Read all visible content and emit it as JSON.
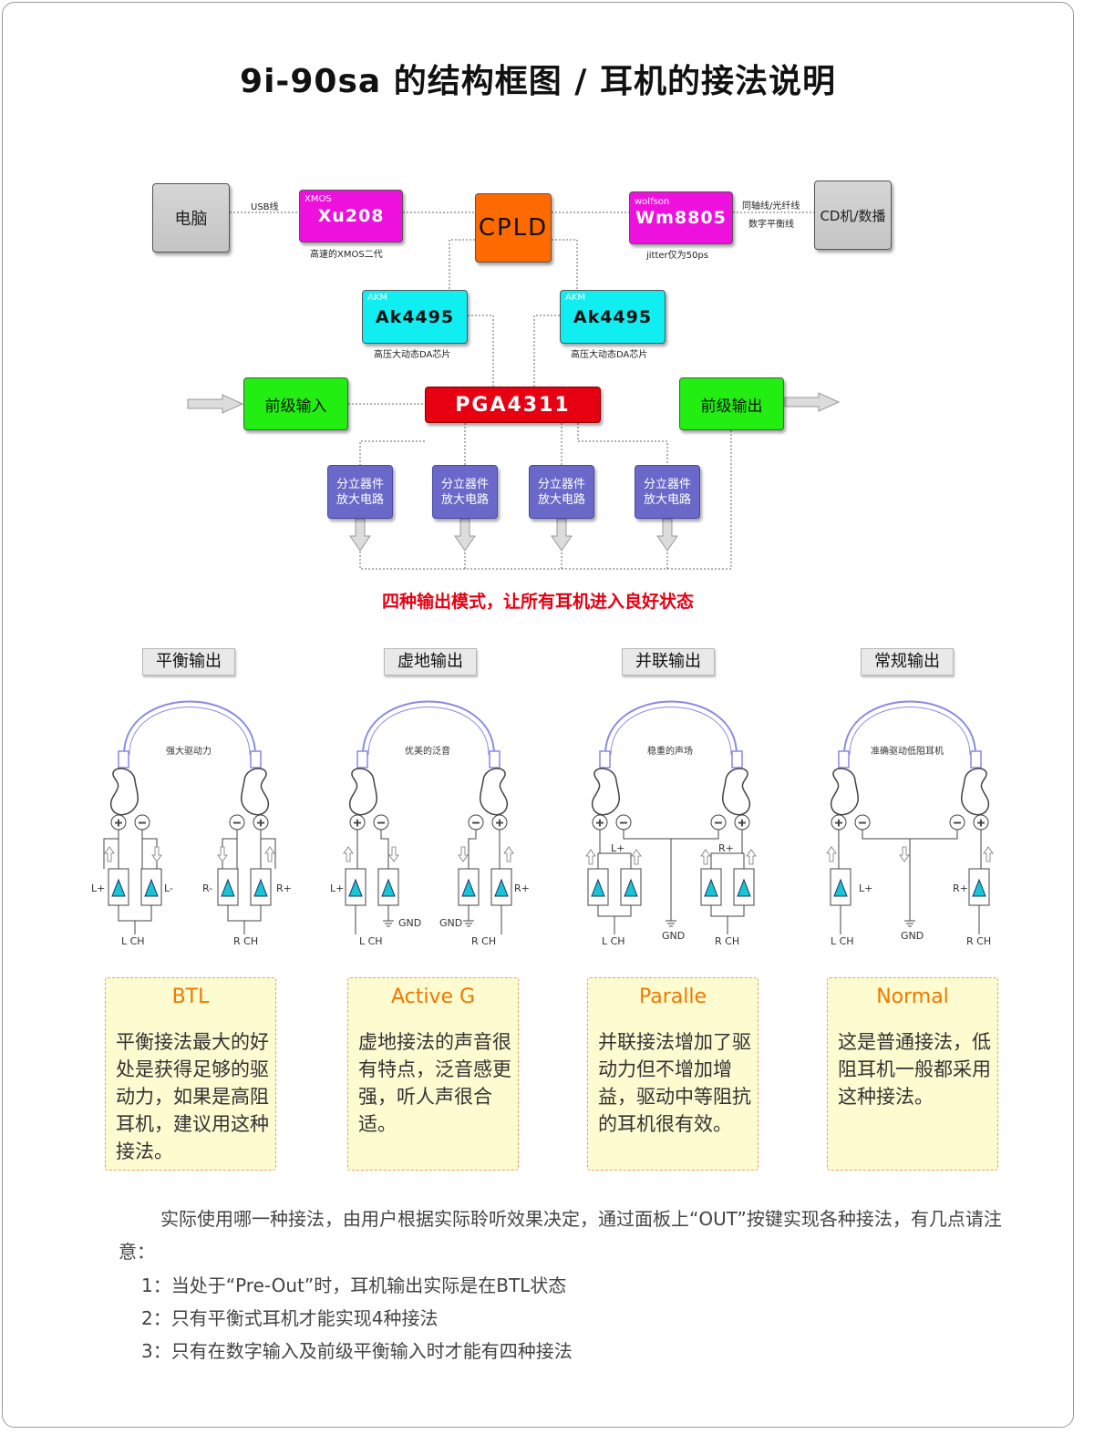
{
  "title": "9i-90sa 的结构框图 / 耳机的接法说明",
  "block_diagram": {
    "computer": "电脑",
    "usb_label": "USB线",
    "xmos": {
      "brand": "XMOS",
      "name": "Xu208",
      "caption": "高速的XMOS二代"
    },
    "cpld": "CPLD",
    "wolfson": {
      "brand": "wolfson",
      "name": "Wm8805",
      "caption": "jitter仅为50ps"
    },
    "coax_label": "同轴线/光纤线",
    "balanced_label": "数字平衡线",
    "cd_player": "CD机/数播",
    "dac_left": {
      "brand": "AKM",
      "name": "Ak4495",
      "caption": "高压大动态DA芯片"
    },
    "dac_right": {
      "brand": "AKM",
      "name": "Ak4495",
      "caption": "高压大动态DA芯片"
    },
    "pre_in": "前级输入",
    "pga": "PGA4311",
    "pre_out": "前级输出",
    "amps": [
      {
        "line1": "分立器件",
        "line2": "放大电路"
      },
      {
        "line1": "分立器件",
        "line2": "放大电路"
      },
      {
        "line1": "分立器件",
        "line2": "放大电路"
      },
      {
        "line1": "分立器件",
        "line2": "放大电路"
      }
    ]
  },
  "subtitle": "四种输出模式，让所有耳机进入良好状态",
  "modes": [
    {
      "label": "平衡输出",
      "caption": "强大驱动力",
      "en": "BTL",
      "desc": "平衡接法最大的好处是获得足够的驱动力，如果是高阻耳机，建议用这种接法。"
    },
    {
      "label": "虚地输出",
      "caption": "优美的泛音",
      "en": "Active G",
      "desc": "虚地接法的声音很有特点，泛音感更强，听人声很合适。"
    },
    {
      "label": "并联输出",
      "caption": "稳重的声场",
      "en": "Paralle",
      "desc": "并联接法增加了驱动力但不增加增益，驱动中等阻抗的耳机很有效。"
    },
    {
      "label": "常规输出",
      "caption": "准确驱动低阻耳机",
      "en": "Normal",
      "desc": "这是普通接法，低阻耳机一般都采用这种接法。"
    }
  ],
  "circuit_labels": {
    "lch": "L CH",
    "rch": "R CH",
    "gnd": "GND",
    "lplus": "L+",
    "lminus": "L-",
    "rplus": "R+",
    "rminus": "R-"
  },
  "footer": {
    "intro": "实际使用哪一种接法，由用户根据实际聆听效果决定，通过面板上“OUT”按键实现各种接法，有几点请注意：",
    "notes": [
      "1：当处于“Pre-Out”时，耳机输出实际是在BTL状态",
      "2：只有平衡式耳机才能实现4种接法",
      "3：只有在数字输入及前级平衡输入时才能有四种接法"
    ]
  },
  "colors": {
    "magenta": "#ee11dd",
    "cyan": "#11eef2",
    "orange": "#ff6a00",
    "green": "#22ee11",
    "red": "#e60012",
    "purple": "#6a69c9",
    "note_bg": "#fdfbd0",
    "note_title": "#f07800"
  }
}
